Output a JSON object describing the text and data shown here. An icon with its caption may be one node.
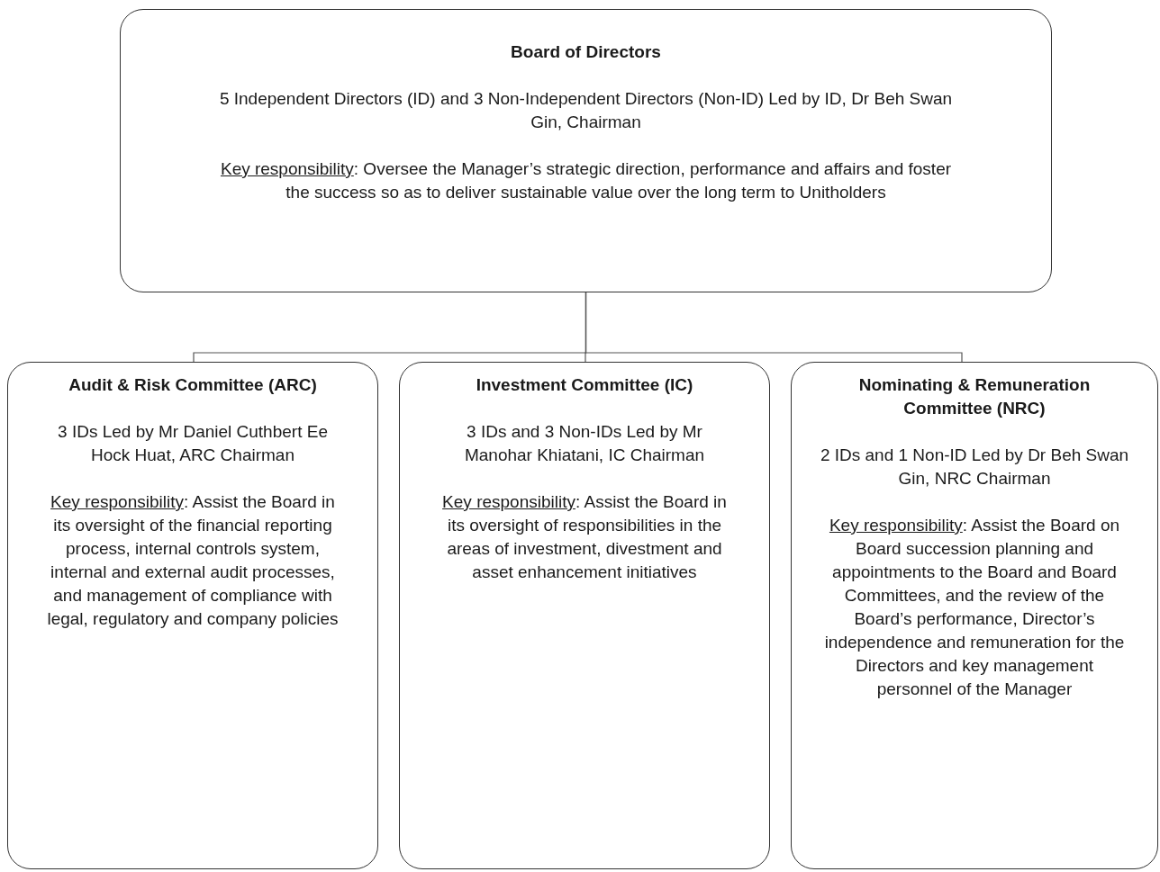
{
  "diagram": {
    "nodes": [
      {
        "text": [
          "Board of Directors",
          "5 Independent Directors (ID) and 3 Non-Independent Directors (Non-ID) Led by ID, Dr Beh Swan Gin, Chairman",
          "Key responsibility: Oversee the Manager’s strategic direction, performance and affairs and foster the success so as to deliver sustainable value over the long term to Unitholders"
        ]
      },
      {
        "text": [
          "Audit & Risk Committee (ARC)",
          "3 IDs Led by Mr Daniel Cuthbert Ee Hock Huat, ARC Chairman",
          "Key responsibility: Assist the Board in its oversight of the financial reporting process, internal controls system, internal and external audit processes, and management of compliance with legal, regulatory and company policies"
        ]
      },
      {
        "text": [
          "Investment Committee (IC)",
          "3 IDs and 3 Non-IDs Led by Mr Manohar Khiatani, IC Chairman",
          "Key responsibility: Assist the Board in its oversight of responsibilities in the areas of investment, divestment and asset enhancement initiatives"
        ]
      },
      {
        "text": [
          "Nominating & Remuneration Committee (NRC)",
          "2 IDs and 1 Non-ID Led by Dr Beh Swan Gin, NRC Chairman",
          "Key responsibility: Assist the Board on Board succession planning and appointments to the Board and Board Committees, and the review of the Board’s performance, Director’s independence and remuneration for the Directors and key management personnel of the Manager"
        ]
      }
    ],
    "edges": [
      {
        "from": 0,
        "to": 1,
        "arrow": "none"
      },
      {
        "from": 0,
        "to": 2,
        "arrow": "none"
      },
      {
        "from": 0,
        "to": 3,
        "arrow": "none"
      }
    ]
  }
}
